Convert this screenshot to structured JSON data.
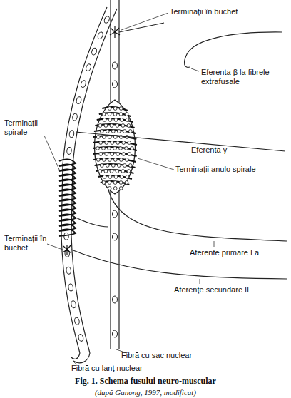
{
  "diagram": {
    "caption": "Fig. 1. Schema fusului neuro-muscular",
    "labels": [
      "Terminații în buchet",
      "Eferenta β la fibrele extrafusale",
      "Eferenta γ",
      "Terminații anulo spirale",
      "Terminații spirale",
      "Terminații în buchet",
      "Aferente primare I a",
      "Aferențe secundare II",
      "Fibră cu sac nuclear",
      "Fibră cu lanț nuclear",
      "(după Ganong, 1997, modificat)"
    ]
  }
}
